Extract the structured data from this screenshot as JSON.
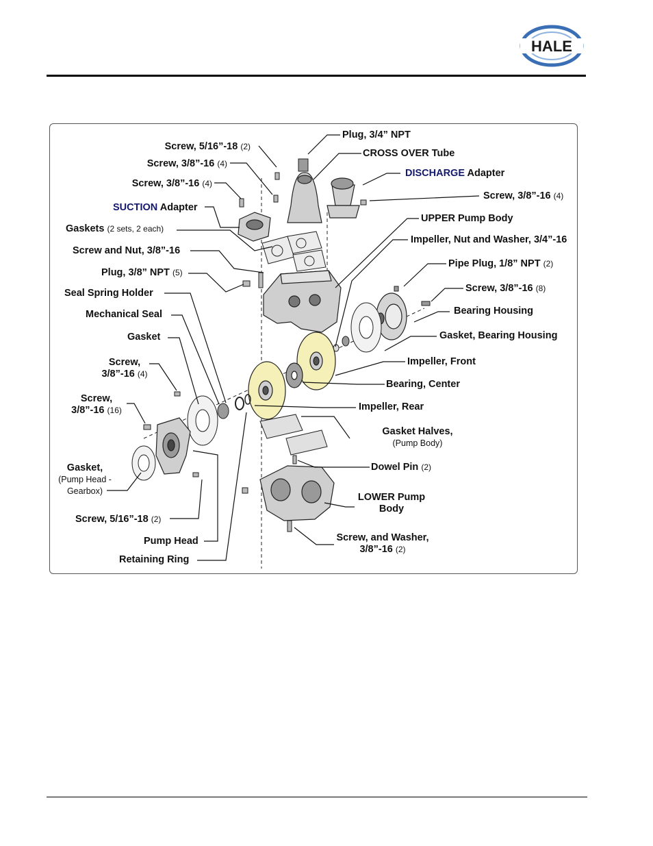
{
  "brand": {
    "logo_text": "HALE",
    "colors": {
      "ring": "#3a6fb5",
      "text": "#1a1a1a",
      "impeller": "#f5f0b8"
    }
  },
  "labels": {
    "plug_34": {
      "name": "Plug, 3/4” NPT"
    },
    "screw_516_top": {
      "name": "Screw, 5/16”-18",
      "qty": "(2)"
    },
    "crossover": {
      "name": "CROSS OVER Tube"
    },
    "screw_38_a": {
      "name": "Screw, 3/8”-16",
      "qty": "(4)"
    },
    "discharge": {
      "emph": "DISCHARGE",
      "name": "Adapter"
    },
    "screw_38_b": {
      "name": "Screw, 3/8”-16",
      "qty": "(4)"
    },
    "screw_38_c": {
      "name": "Screw, 3/8”-16",
      "qty": "(4)"
    },
    "suction": {
      "emph": "SUCTION",
      "name": "Adapter"
    },
    "upper_body": {
      "name": "UPPER Pump Body"
    },
    "gaskets": {
      "name": "Gaskets",
      "qty": "(2 sets, 2 each)"
    },
    "impeller_nut": {
      "name": "Impeller, Nut and Washer, 3/4”-16"
    },
    "screw_nut": {
      "name": "Screw and Nut, 3/8”-16"
    },
    "pipe_plug": {
      "name": "Pipe Plug, 1/8” NPT",
      "qty": "(2)"
    },
    "plug_38": {
      "name": "Plug, 3/8” NPT",
      "qty": "(5)"
    },
    "screw_38_8": {
      "name": "Screw, 3/8”-16",
      "qty": "(8)"
    },
    "seal_spring": {
      "name": "Seal Spring Holder"
    },
    "bearing_housing": {
      "name": "Bearing Housing"
    },
    "mech_seal": {
      "name": "Mechanical Seal"
    },
    "gasket_bearing": {
      "name": "Gasket, Bearing Housing"
    },
    "gasket": {
      "name": "Gasket"
    },
    "impeller_front": {
      "name": "Impeller, Front"
    },
    "screw_left_4": {
      "line1": "Screw,",
      "line2": "3/8”-16",
      "qty": "(4)"
    },
    "bearing_center": {
      "name": "Bearing, Center"
    },
    "screw_left_16": {
      "line1": "Screw,",
      "line2": "3/8”-16",
      "qty": "(16)"
    },
    "impeller_rear": {
      "name": "Impeller, Rear"
    },
    "gasket_halves": {
      "name": "Gasket Halves,",
      "sub": "(Pump Body)"
    },
    "gasket_head": {
      "name": "Gasket,",
      "sub1": "(Pump Head -",
      "sub2": "Gearbox)"
    },
    "dowel_pin": {
      "name": "Dowel Pin",
      "qty": "(2)"
    },
    "lower_body": {
      "line1": "LOWER Pump",
      "line2": "Body"
    },
    "screw_516_bottom": {
      "name": "Screw, 5/16”-18",
      "qty": "(2)"
    },
    "pump_head": {
      "name": "Pump Head"
    },
    "screw_washer": {
      "line1": "Screw, and Washer,",
      "line2": "3/8”-16",
      "qty": "(2)"
    },
    "retaining_ring": {
      "name": "Retaining Ring"
    }
  }
}
